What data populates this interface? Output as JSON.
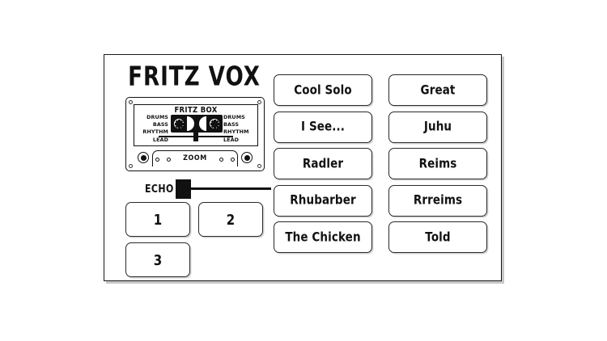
{
  "app": {
    "title": "FRITZ VOX"
  },
  "cassette": {
    "label_title": "FRITZ BOX",
    "zoom_label": "ZOOM",
    "tracks_left": [
      "DRUMS",
      "BASS",
      "RHYTHM",
      "LEAD"
    ],
    "tracks_right": [
      "DRUMS",
      "BASS",
      "RHYTHM",
      "LEAD"
    ],
    "slider_name": "cassette-balance-slider"
  },
  "echo": {
    "label": "ECHO",
    "handle_name": "echo-slider-handle"
  },
  "number_buttons": [
    {
      "label": "1"
    },
    {
      "label": "2"
    },
    {
      "label": "3"
    }
  ],
  "phrase_buttons": [
    {
      "label": "Cool Solo"
    },
    {
      "label": "Great"
    },
    {
      "label": "I See..."
    },
    {
      "label": "Juhu"
    },
    {
      "label": "Radler"
    },
    {
      "label": "Reims"
    },
    {
      "label": "Rhubarber"
    },
    {
      "label": "Rrreims"
    },
    {
      "label": "The Chicken"
    },
    {
      "label": "Told"
    }
  ],
  "colors": {
    "ink": "#111111",
    "background": "#ffffff",
    "border": "#2a2a2a"
  }
}
